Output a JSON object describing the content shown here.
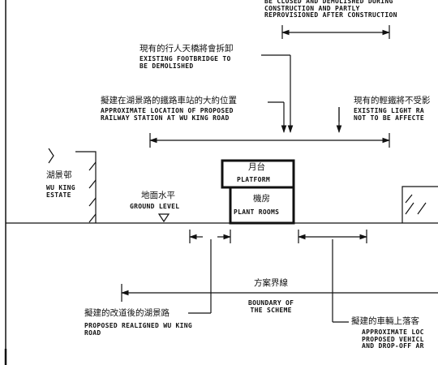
{
  "notes": {
    "top_partial": {
      "en": "BE CLOSED AND DEMOLISHED DURING\nCONSTRUCTION AND PARTLY\nREPROVISIONED AFTER CONSTRUCTION"
    },
    "footbridge": {
      "zh": "現有的行人天橋將會拆卸",
      "en": "EXISTING FOOTBRIDGE TO\nBE DEMOLISHED"
    },
    "station": {
      "zh": "擬建在湖景路的鐵路車站的大約位置",
      "en": "APPROXIMATE LOCATION OF PROPOSED\nRAILWAY STATION AT WU KING ROAD"
    },
    "light_rail": {
      "zh": "現有的輕鐵將不受影",
      "en": "EXISTING LIGHT RA\nNOT TO BE AFFECTE"
    },
    "estate": {
      "zh": "湖景邨",
      "en": "WU KING\nESTATE"
    },
    "platform": {
      "zh": "月台",
      "en": "PLATFORM"
    },
    "plant_rooms": {
      "zh": "機房",
      "en": "PLANT ROOMS"
    },
    "ground_level": {
      "zh": "地面水平",
      "en": "GROUND LEVEL"
    },
    "boundary": {
      "zh": "方案界線",
      "en": "BOUNDARY OF\nTHE SCHEME"
    },
    "realigned_road": {
      "zh": "擬建的改道後的湖景路",
      "en": "PROPOSED REALIGNED WU KING\nROAD"
    },
    "vehicle_drop_off": {
      "zh": "擬建的車輛上落客",
      "en": "APPROXIMATE LOC\nPROPOSED VEHICL\nAND DROP-OFF AR"
    }
  }
}
